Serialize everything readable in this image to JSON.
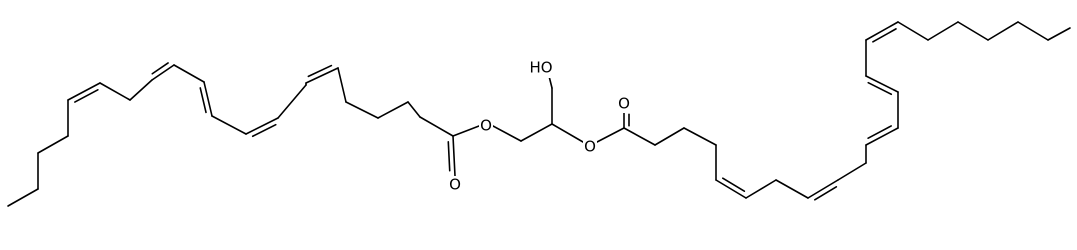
{
  "diagram": {
    "type": "skeletal-formula",
    "atom_labels": {
      "hydroxyl": "HO",
      "carbonyl_oxygen_left": "O",
      "ester_oxygen_left": "O",
      "ester_oxygen_right": "O",
      "carbonyl_oxygen_right": "O"
    }
  },
  "colors": {
    "bond": "#000000",
    "background": "#ffffff"
  }
}
